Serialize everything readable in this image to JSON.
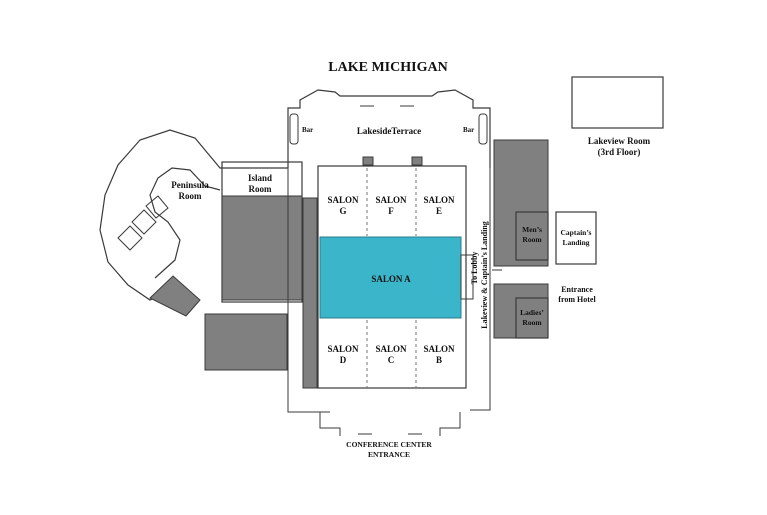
{
  "title": "LAKE MICHIGAN",
  "colors": {
    "highlight": "#3bb5c9",
    "service": "#808080",
    "wall": "#3a3a3a",
    "background": "#ffffff"
  },
  "rooms": {
    "lakeside_terrace": "LakesideTerrace",
    "bar_left": "Bar",
    "bar_right": "Bar",
    "lakeview_room": [
      "Lakeview Room",
      "(3rd Floor)"
    ],
    "peninsula_room": [
      "Peninsula",
      "Room"
    ],
    "island_room": [
      "Island",
      "Room"
    ],
    "salon_g": [
      "SALON",
      "G"
    ],
    "salon_f": [
      "SALON",
      "F"
    ],
    "salon_e": [
      "SALON",
      "E"
    ],
    "salon_a": "SALON A",
    "salon_d": [
      "SALON",
      "D"
    ],
    "salon_c": [
      "SALON",
      "C"
    ],
    "salon_b": [
      "SALON",
      "B"
    ],
    "mens_room": [
      "Men’s",
      "Room"
    ],
    "ladies_room": [
      "Ladies’",
      "Room"
    ],
    "captains_landing": [
      "Captain’s",
      "Landing"
    ],
    "to_lobby": "To Lobby",
    "lakeview_captains_landing": "Lakeview & Captain’s Landing",
    "entrance_from_hotel": [
      "Entrance",
      "from Hotel"
    ],
    "conference_center_entrance": [
      "CONFERENCE CENTER",
      "ENTRANCE"
    ]
  }
}
